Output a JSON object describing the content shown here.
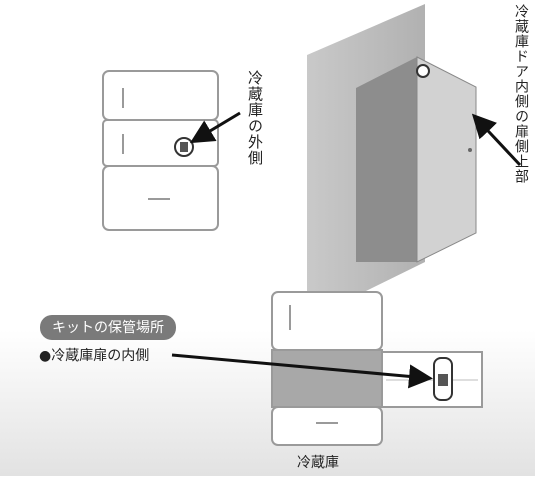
{
  "labels": {
    "fridge_outside": "冷蔵庫の外側",
    "door_inside_top": "冷蔵庫ドア内側の扉側上部",
    "kit_location_badge": "キットの保管場所",
    "kit_location_text": "●冷蔵庫扉の内側",
    "fridge_caption": "冷蔵庫"
  },
  "colors": {
    "line": "#9a9a9a",
    "panel_gray": "#b8b8b8",
    "panel_dark": "#8c8c8c",
    "highlight_band": "#a8a8a8",
    "badge": "#7a7a7a",
    "arrow": "#111111"
  }
}
